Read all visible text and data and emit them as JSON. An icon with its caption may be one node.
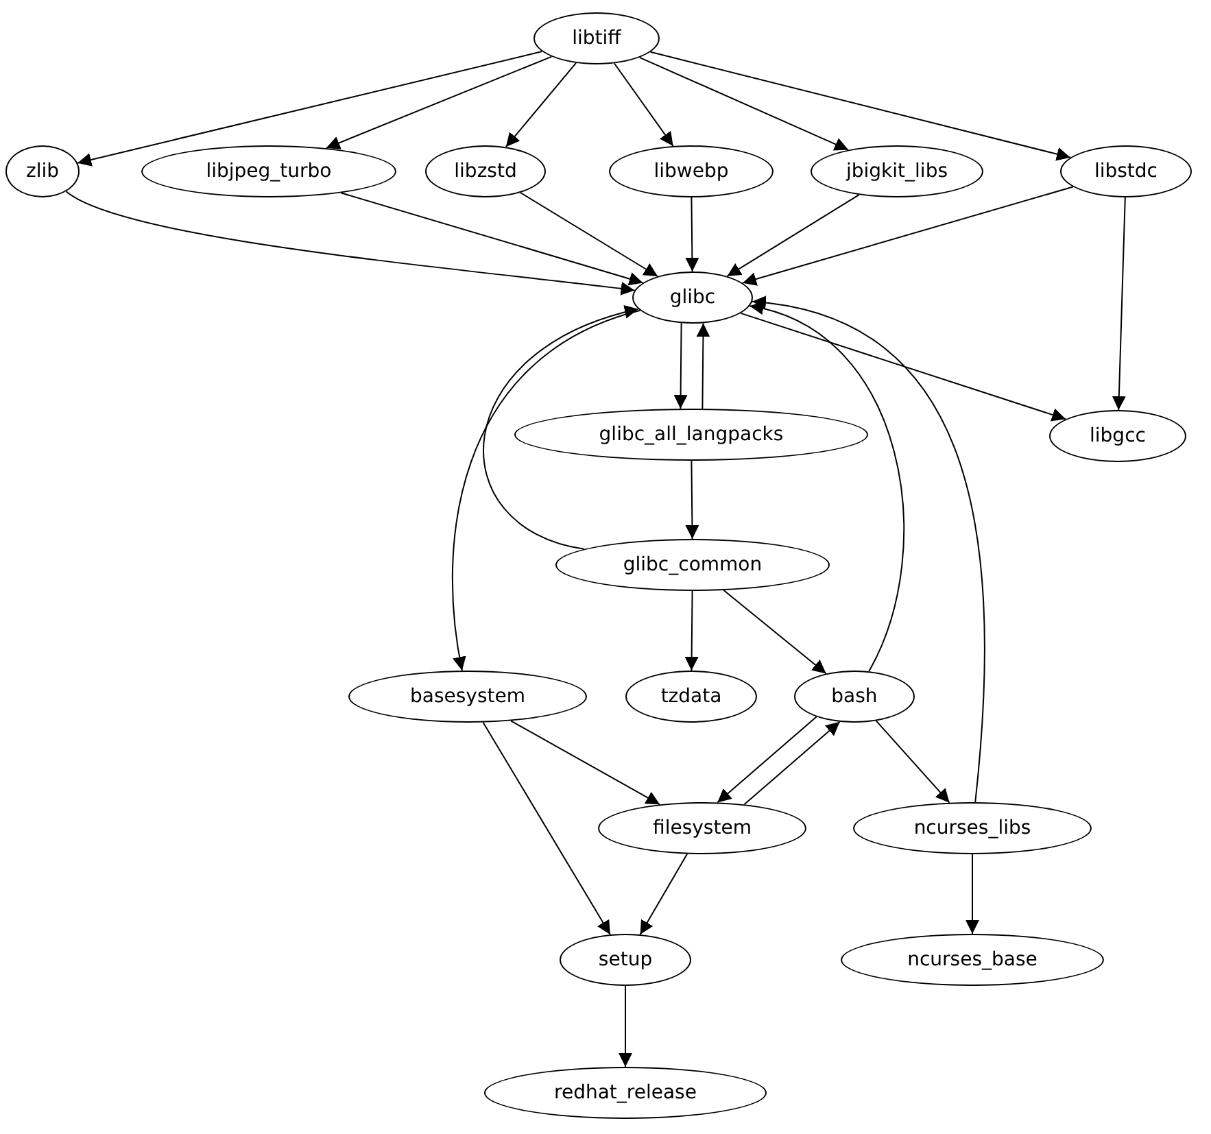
{
  "diagram": {
    "nodes": [
      {
        "text": [
          "libtiff"
        ]
      },
      {
        "text": [
          "zlib"
        ]
      },
      {
        "text": [
          "libjpeg_turbo"
        ]
      },
      {
        "text": [
          "libzstd"
        ]
      },
      {
        "text": [
          "libwebp"
        ]
      },
      {
        "text": [
          "jbigkit_libs"
        ]
      },
      {
        "text": [
          "libstdc"
        ]
      },
      {
        "text": [
          "glibc"
        ]
      },
      {
        "text": [
          "glibc_all_langpacks"
        ]
      },
      {
        "text": [
          "libgcc"
        ]
      },
      {
        "text": [
          "glibc_common"
        ]
      },
      {
        "text": [
          "basesystem"
        ]
      },
      {
        "text": [
          "tzdata"
        ]
      },
      {
        "text": [
          "bash"
        ]
      },
      {
        "text": [
          "filesystem"
        ]
      },
      {
        "text": [
          "ncurses_libs"
        ]
      },
      {
        "text": [
          "setup"
        ]
      },
      {
        "text": [
          "ncurses_base"
        ]
      },
      {
        "text": [
          "redhat_release"
        ]
      }
    ],
    "edges": [
      {
        "from": 0,
        "to": 1,
        "arrow": "to"
      },
      {
        "from": 0,
        "to": 2,
        "arrow": "to"
      },
      {
        "from": 0,
        "to": 3,
        "arrow": "to"
      },
      {
        "from": 0,
        "to": 4,
        "arrow": "to"
      },
      {
        "from": 0,
        "to": 5,
        "arrow": "to"
      },
      {
        "from": 0,
        "to": 6,
        "arrow": "to"
      },
      {
        "from": 1,
        "to": 7,
        "arrow": "to"
      },
      {
        "from": 2,
        "to": 7,
        "arrow": "to"
      },
      {
        "from": 3,
        "to": 7,
        "arrow": "to"
      },
      {
        "from": 4,
        "to": 7,
        "arrow": "to"
      },
      {
        "from": 5,
        "to": 7,
        "arrow": "to"
      },
      {
        "from": 6,
        "to": 7,
        "arrow": "to"
      },
      {
        "from": 6,
        "to": 9,
        "arrow": "to"
      },
      {
        "from": 7,
        "to": 8,
        "arrow": "to"
      },
      {
        "from": 8,
        "to": 7,
        "arrow": "to"
      },
      {
        "from": 7,
        "to": 9,
        "arrow": "to"
      },
      {
        "from": 7,
        "to": 11,
        "arrow": "to"
      },
      {
        "from": 8,
        "to": 10,
        "arrow": "to"
      },
      {
        "from": 10,
        "to": 7,
        "arrow": "to"
      },
      {
        "from": 10,
        "to": 12,
        "arrow": "to"
      },
      {
        "from": 10,
        "to": 13,
        "arrow": "to"
      },
      {
        "from": 13,
        "to": 7,
        "arrow": "to"
      },
      {
        "from": 13,
        "to": 14,
        "arrow": "to"
      },
      {
        "from": 14,
        "to": 13,
        "arrow": "to"
      },
      {
        "from": 13,
        "to": 15,
        "arrow": "to"
      },
      {
        "from": 15,
        "to": 7,
        "arrow": "to"
      },
      {
        "from": 15,
        "to": 17,
        "arrow": "to"
      },
      {
        "from": 11,
        "to": 14,
        "arrow": "to"
      },
      {
        "from": 11,
        "to": 16,
        "arrow": "to"
      },
      {
        "from": 14,
        "to": 16,
        "arrow": "to"
      },
      {
        "from": 16,
        "to": 18,
        "arrow": "to"
      }
    ]
  }
}
